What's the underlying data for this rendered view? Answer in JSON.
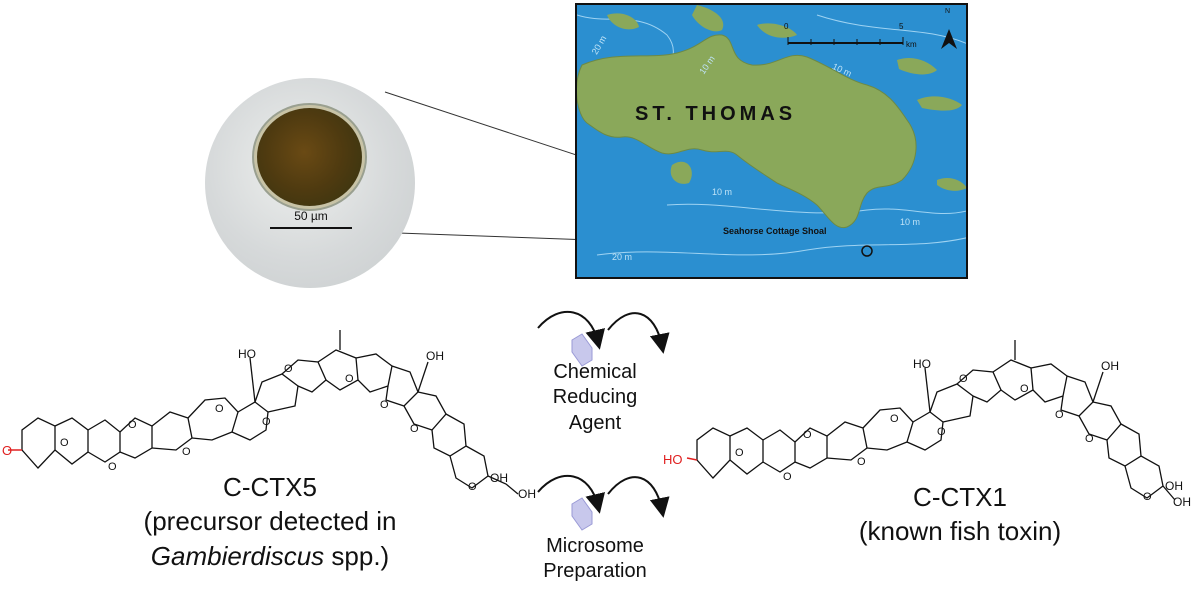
{
  "micrograph": {
    "scale_label": "50 µm"
  },
  "map": {
    "island_label": "ST. THOMAS",
    "site_label": "Seahorse Cottage Shoal",
    "scale_ticks": [
      "0",
      "5"
    ],
    "scale_unit": "km",
    "north_symbol": "N",
    "depth_labels": [
      "20 m",
      "10 m",
      "10 m",
      "10 m",
      "10 m",
      "20 m"
    ],
    "colors": {
      "water": "#2b8fd0",
      "land": "#8aa85a",
      "contour": "#9fd3f2"
    }
  },
  "left_compound": {
    "name": "C-CTX5",
    "caption_line1": "(precursor detected in",
    "caption_italic": "Gambierdiscus",
    "caption_tail": " spp.)"
  },
  "right_compound": {
    "name": "C-CTX1",
    "caption": "(known fish toxin)"
  },
  "steps": {
    "step1": [
      "Chemical",
      "Reducing",
      "Agent"
    ],
    "step2": [
      "Microsome",
      "Preparation"
    ]
  },
  "atom_labels": {
    "oxygen": "O",
    "hydrogen": "H",
    "hydroxyl": "HO",
    "hydroxyl_right": "OH"
  },
  "highlight_color": "#e02020"
}
